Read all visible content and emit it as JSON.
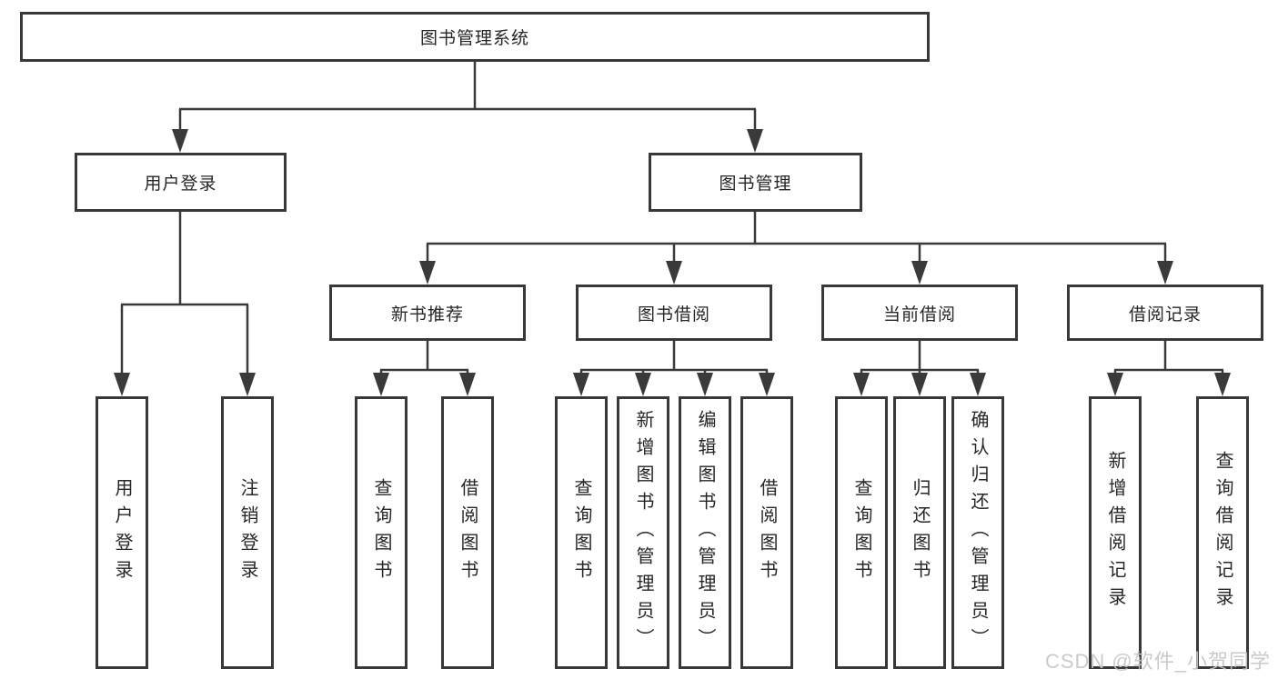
{
  "tree": {
    "root": {
      "label": "图书管理系统",
      "children": [
        {
          "label": "用户登录",
          "children": [
            {
              "label": "用户登录"
            },
            {
              "label": "注销登录"
            }
          ]
        },
        {
          "label": "图书管理",
          "children": [
            {
              "label": "新书推荐",
              "children": [
                {
                  "label": "查询图书"
                },
                {
                  "label": "借阅图书"
                }
              ]
            },
            {
              "label": "图书借阅",
              "children": [
                {
                  "label": "查询图书"
                },
                {
                  "label": "新增图书（管理员）"
                },
                {
                  "label": "编辑图书（管理员）"
                },
                {
                  "label": "借阅图书"
                }
              ]
            },
            {
              "label": "当前借阅",
              "children": [
                {
                  "label": "查询图书"
                },
                {
                  "label": "归还图书"
                },
                {
                  "label": "确认归还（管理员）"
                }
              ]
            },
            {
              "label": "借阅记录",
              "children": [
                {
                  "label": "新增借阅记录"
                },
                {
                  "label": "查询借阅记录"
                }
              ]
            }
          ]
        }
      ]
    }
  },
  "watermark": {
    "text": "CSDN @软件_小贺同学"
  },
  "colors": {
    "line": "#3a3a3a",
    "box_border": "#383838",
    "box_fill": "#ffffff",
    "text": "#262626",
    "watermark": "#c6c6c6",
    "background": "#ffffff"
  }
}
